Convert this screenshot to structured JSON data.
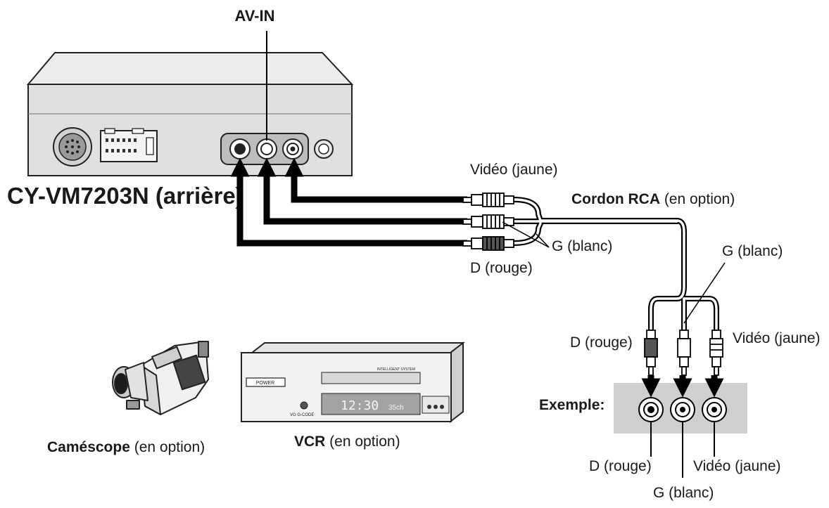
{
  "labels": {
    "av_in": "AV-IN",
    "unit_name": "CY-VM7203N (arrière)",
    "video_yellow_top": "Vidéo (jaune)",
    "cord_bold": "Cordon RCA",
    "cord_rest": " (en option)",
    "left_white_mid": "G (blanc)",
    "right_red_top": "D (rouge)",
    "left_white_right": "G (blanc)",
    "right_red_plug": "D (rouge)",
    "video_yellow_plug": "Vidéo (jaune)",
    "example": "Exemple:",
    "right_red_bottom": "D (rouge)",
    "video_yellow_bottom": "Vidéo (jaune)",
    "left_white_bottom": "G (blanc)",
    "camcorder_bold": "Caméscope",
    "camcorder_rest": " (en option)",
    "vcr_bold": "VCR",
    "vcr_rest": " (en option)"
  },
  "vcr_display": {
    "power": "POWER",
    "brand": "INTELLIGENT SYSTEM",
    "time": "12:30",
    "channel": "35ch",
    "gcode": "VG G-CODE"
  },
  "icons": [
    "camcorder-icon",
    "vcr-icon"
  ]
}
